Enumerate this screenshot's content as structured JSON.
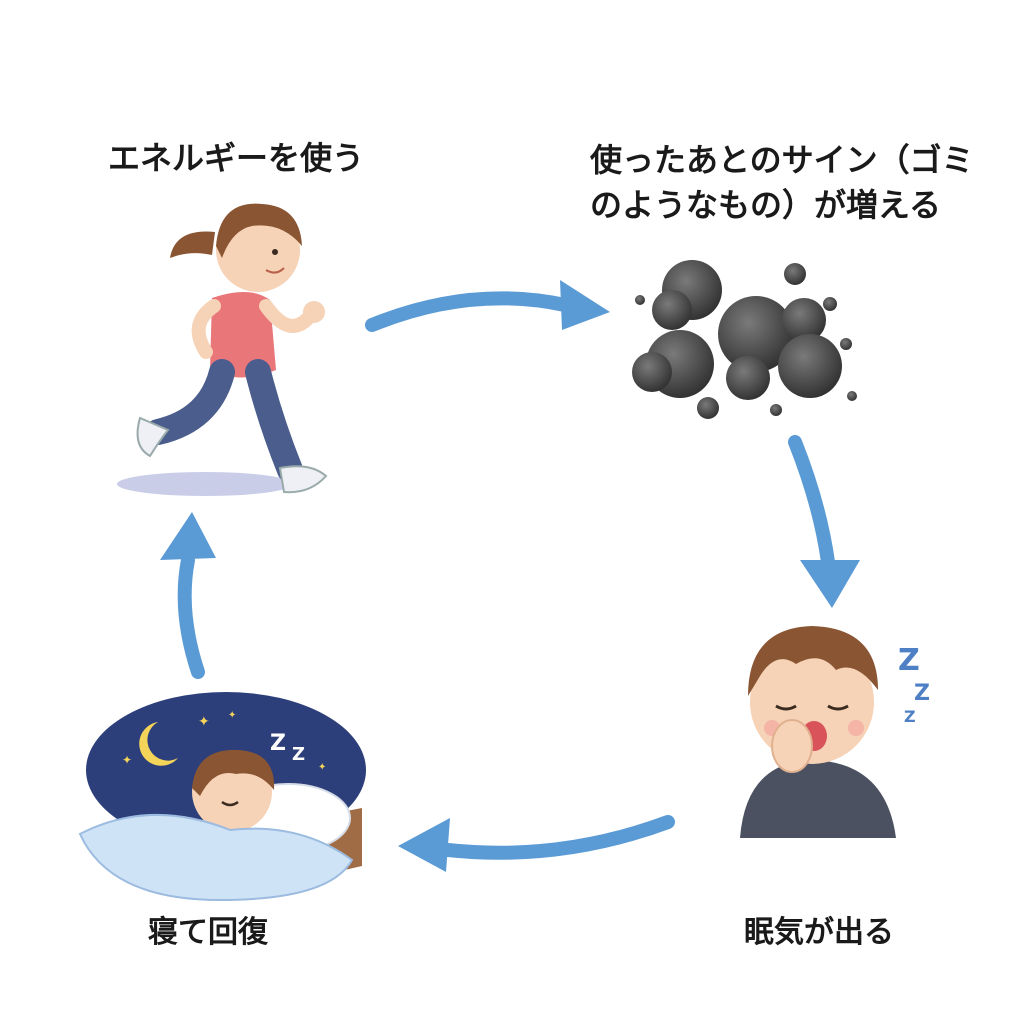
{
  "steps": {
    "energy": {
      "label": "エネルギーを使う"
    },
    "waste": {
      "line1": "使ったあとのサイン（ゴミ",
      "line2": "のようなもの）が増える"
    },
    "sleepy": {
      "label": "眠気が出る"
    },
    "rest": {
      "label": "寝て回復"
    }
  },
  "colors": {
    "arrow": "#5b9bd5",
    "night": "#2d3f7a",
    "moon": "#f5d45a",
    "smoke": "#4a4a4a"
  }
}
